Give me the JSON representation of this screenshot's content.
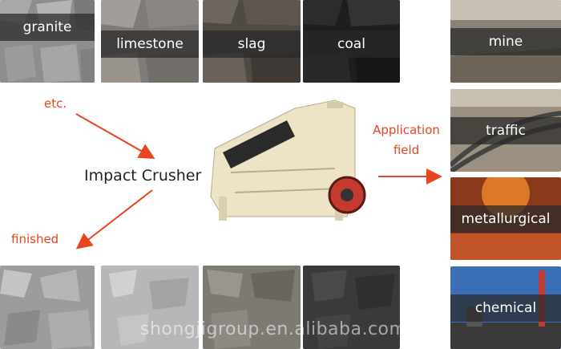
{
  "materials": [
    "granite",
    "limestone",
    "slag",
    "coal"
  ],
  "fields": [
    "mine",
    "traffic",
    "metallurgical",
    "chemical"
  ],
  "labels": {
    "etc": "etc.",
    "machine": "Impact Crusher",
    "application": "Application",
    "field": "field",
    "finished": "finished",
    "watermark": "shongjigroup.en.alibaba.com"
  },
  "colors": {
    "accent": "#e8441f",
    "machine_body": "#ede3c6",
    "label_band": "#3a3a3a"
  }
}
